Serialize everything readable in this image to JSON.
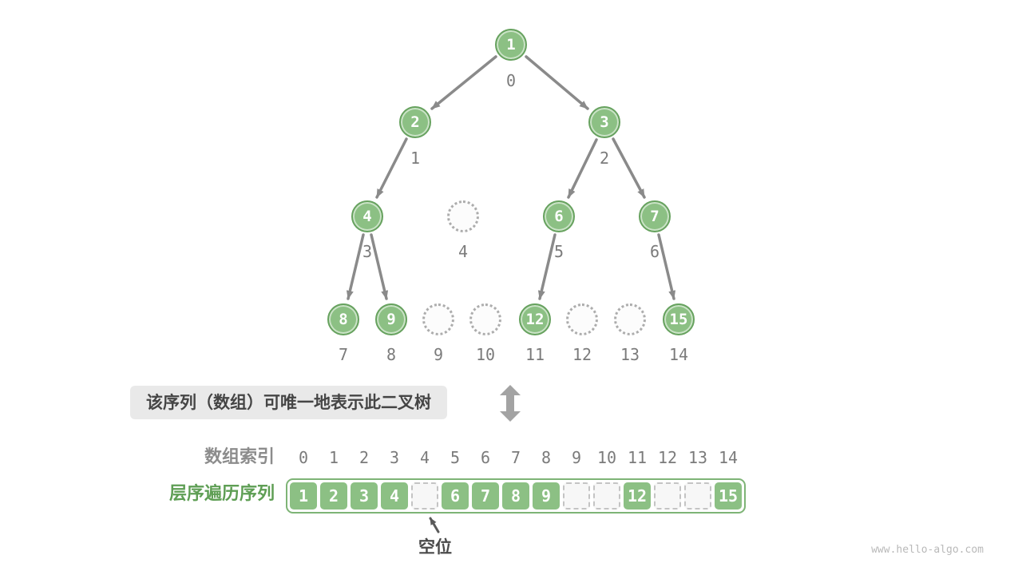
{
  "tree": {
    "values": [
      "1",
      "2",
      "3",
      "4",
      null,
      "6",
      "7",
      "8",
      "9",
      null,
      null,
      "12",
      null,
      null,
      "15"
    ]
  },
  "indices": [
    "0",
    "1",
    "2",
    "3",
    "4",
    "5",
    "6",
    "7",
    "8",
    "9",
    "10",
    "11",
    "12",
    "13",
    "14"
  ],
  "caption": "该序列（数组）可唯一地表示此二叉树",
  "array_section": {
    "index_row_label": "数组索引",
    "sequence_row_label": "层序遍历序列",
    "cells": [
      "1",
      "2",
      "3",
      "4",
      "",
      "6",
      "7",
      "8",
      "9",
      "",
      "",
      "12",
      "",
      "",
      "15"
    ],
    "empty_slot_label": "空位"
  },
  "watermark": "www.hello-algo.com",
  "colors": {
    "node_fill_green": "#8CC084",
    "node_border_green": "#67A25F",
    "arrow_gray": "#8A8A8A",
    "caption_bg": "#E9E9E9",
    "sequence_label_green": "#5E9E54",
    "index_text_gray": "#7B7B7B"
  }
}
